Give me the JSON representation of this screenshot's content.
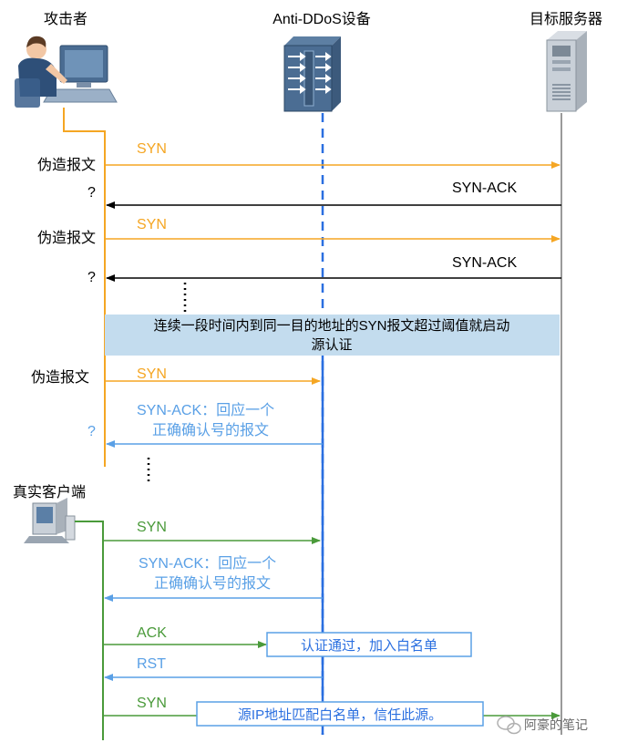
{
  "participants": {
    "attacker": "攻击者",
    "anti_ddos": "Anti-DDoS设备",
    "target_server": "目标服务器",
    "real_client": "真实客户端"
  },
  "side_labels": {
    "forged_1": "伪造报文",
    "unknown_1": "?",
    "forged_2": "伪造报文",
    "unknown_2": "?",
    "forged_3": "伪造报文",
    "unknown_3": "?"
  },
  "messages": {
    "syn_1": "SYN",
    "synack_1": "SYN-ACK",
    "syn_2": "SYN",
    "synack_2": "SYN-ACK",
    "syn_3": "SYN",
    "synack_3_line1": "SYN-ACK：回应一个",
    "synack_3_line2": "正确确认号的报文",
    "syn_4": "SYN",
    "synack_4_line1": "SYN-ACK：回应一个",
    "synack_4_line2": "正确确认号的报文",
    "ack": "ACK",
    "rst": "RST",
    "syn_5": "SYN"
  },
  "banner": {
    "line1": "连续一段时间内到同一目的地址的SYN报文超过阈值就启动",
    "line2": "源认证"
  },
  "notes": {
    "auth_passed": "认证通过，加入白名单",
    "whitelist_match": "源IP地址匹配白名单，信任此源。"
  },
  "watermark": "阿豪的笔记",
  "colors": {
    "attacker": "#f5a623",
    "server_reply": "#000000",
    "device_reply": "#5aa0e6",
    "client": "#4a9a3a",
    "device_line": "#2a6fe0",
    "banner_bg": "#c3dcee",
    "server_line": "#9a9a9a"
  }
}
